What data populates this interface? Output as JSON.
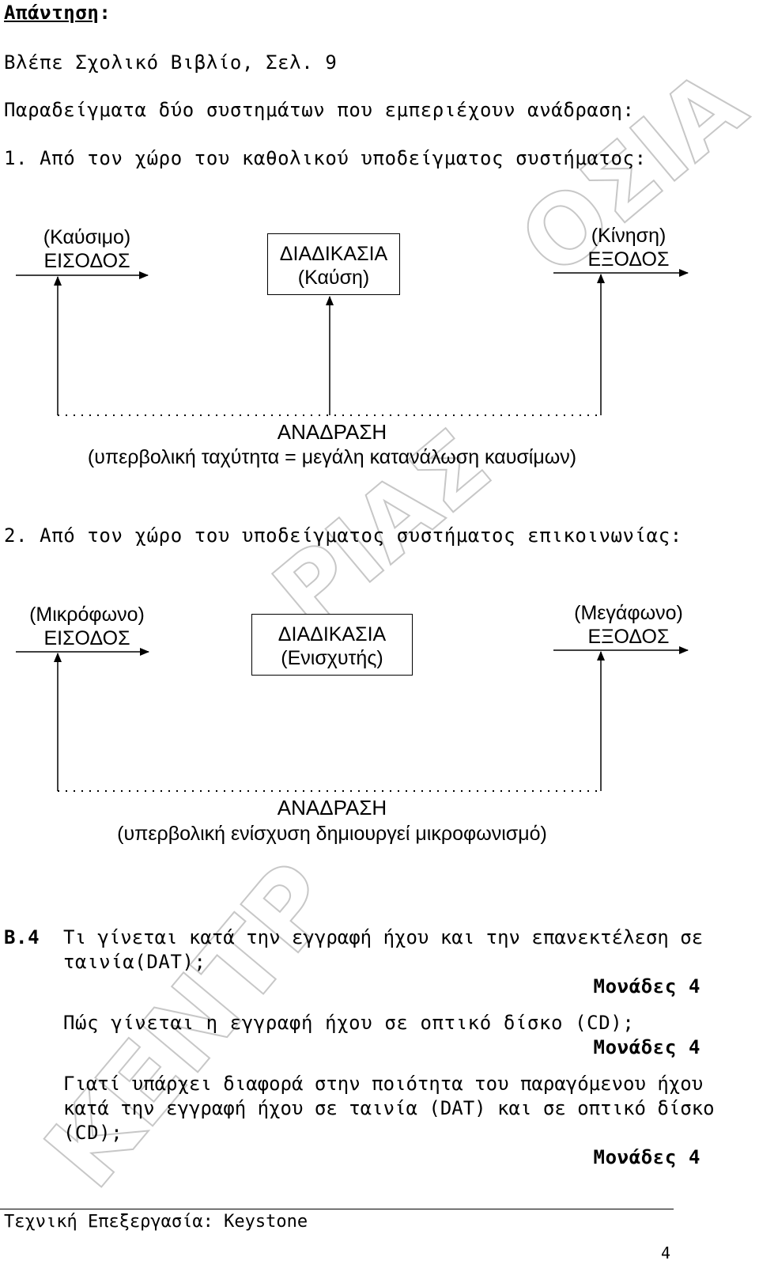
{
  "header": {
    "answer_label": "Απάντηση",
    "answer_colon": ":",
    "see_book": "Βλέπε Σχολικό Βιβλίο, Σελ. 9",
    "examples_intro": "Παραδείγματα δύο συστημάτων που εμπεριέχουν ανάδραση:",
    "example1_heading": "1. Από τον χώρο του καθολικού υποδείγματος συστήματος:",
    "example2_heading": "2. Από τον χώρο του υποδείγματος συστήματος επικοινωνίας:"
  },
  "diagram1": {
    "input_top": "(Καύσιμο)",
    "input_bottom": "ΕΙΣΟΔΟΣ",
    "process_top": "ΔΙΑΔΙΚΑΣΙΑ",
    "process_bottom": "(Καύση)",
    "output_top": "(Κίνηση)",
    "output_bottom": "ΕΞΟΔΟΣ",
    "feedback_title": "ΑΝΑΔΡΑΣΗ",
    "feedback_note": "(υπερβολική ταχύτητα = μεγάλη κατανάλωση καυσίμων)"
  },
  "diagram2": {
    "input_top": "(Μικρόφωνο)",
    "input_bottom": "ΕΙΣΟΔΟΣ",
    "process_top": "ΔΙΑΔΙΚΑΣΙΑ",
    "process_bottom": "(Ενισχυτής)",
    "output_top": "(Μεγάφωνο)",
    "output_bottom": "ΕΞΟΔΟΣ",
    "feedback_title": "ΑΝΑΔΡΑΣΗ",
    "feedback_note": "(υπερβολική ενίσχυση δημιουργεί μικροφωνισμό)"
  },
  "question": {
    "number": "Β.4",
    "q1_line1": "Τι γίνεται κατά την εγγραφή ήχου και την επανεκτέλεση σε",
    "q1_line2": "ταινία(DAT);",
    "q1_points": "Μονάδες 4",
    "q2": "Πώς γίνεται η εγγραφή ήχου σε οπτικό δίσκο (CD);",
    "q2_points": "Μονάδες 4",
    "q3_line1": "Γιατί υπάρχει διαφορά στην ποιότητα του παραγόμενου ήχου",
    "q3_line2": "κατά την εγγραφή ήχου σε ταινία (DAT) και σε οπτικό δίσκο",
    "q3_line3": "(CD);",
    "q3_points": "Μονάδες 4"
  },
  "footer": {
    "course": "Τεχνική Επεξεργασία: Keystone",
    "page_number": "4"
  }
}
